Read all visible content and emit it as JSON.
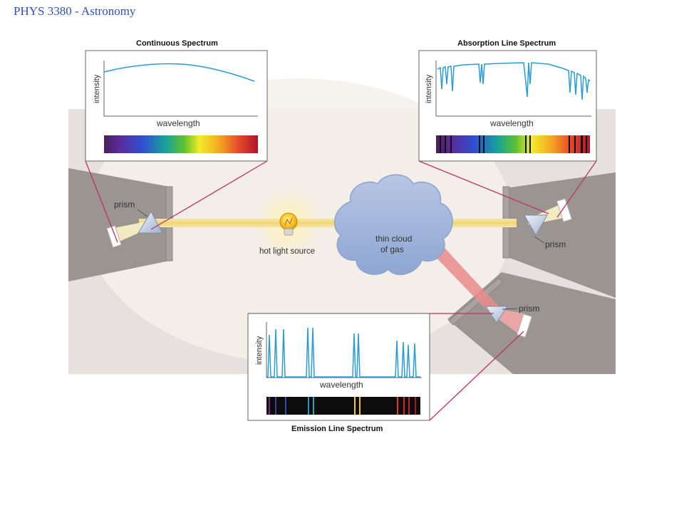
{
  "header": {
    "course_title": "PHYS 3380 - Astronomy"
  },
  "diagram": {
    "continuous_title": "Continuous Spectrum",
    "absorption_title": "Absorption Line Spectrum",
    "emission_title": "Emission Line Spectrum",
    "axis_y_label": "intensity",
    "axis_x_label": "wavelength",
    "prism_label": "prism",
    "source_label": "hot light source",
    "cloud_label_line1": "thin cloud",
    "cloud_label_line2": "of gas"
  },
  "colors": {
    "spectrum_line": "#2a9bd4",
    "connector": "#c0306a",
    "beam": "#f3dc8a",
    "emission_beam": "#ea8b8b",
    "cloud": "#9fb4d8",
    "backdrop": "#e6e1de",
    "screen_dark": "#9b9592",
    "title_text": "#2f4fbf"
  }
}
